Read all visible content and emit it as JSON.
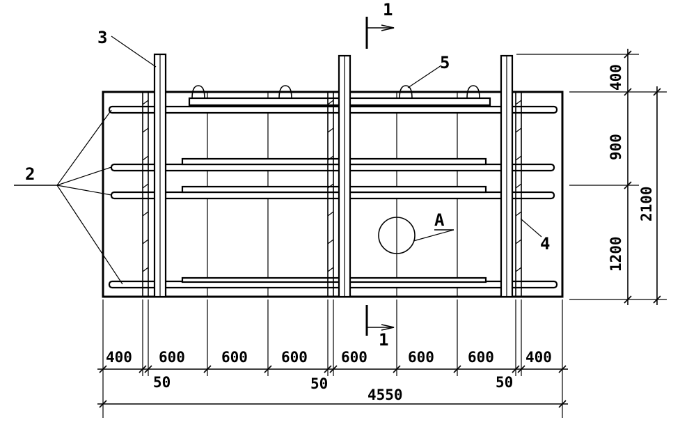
{
  "labels": {
    "section_top": "1",
    "section_bottom": "1",
    "pos_2": "2",
    "pos_3": "3",
    "pos_4": "4",
    "pos_5": "5",
    "detail_a": "A"
  },
  "dimensions": {
    "bottom_segments": [
      "400",
      "600",
      "600",
      "600",
      "600",
      "600",
      "600",
      "400"
    ],
    "gaps": [
      "50",
      "50",
      "50"
    ],
    "total_width": "4550",
    "right_segments": [
      "400",
      "900",
      "1200"
    ],
    "total_height": "2100"
  }
}
